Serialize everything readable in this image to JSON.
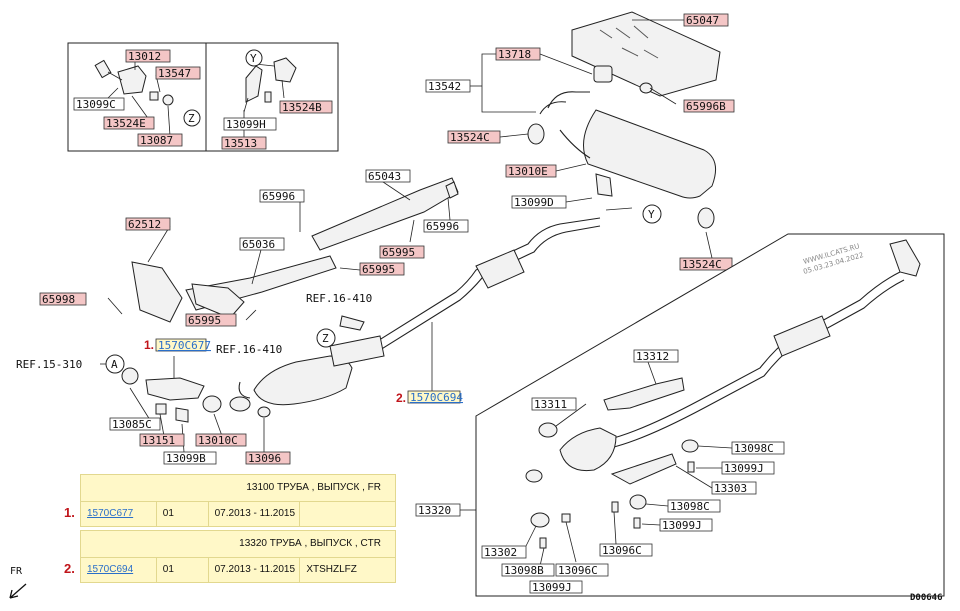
{
  "labels": {
    "p13012": "13012",
    "p13547": "13547",
    "p13099C": "13099C",
    "p13524E": "13524E",
    "p13087": "13087",
    "pY": "Y",
    "pZ": "Z",
    "p13524B_inset": "13524B",
    "p13099H": "13099H",
    "p13513": "13513",
    "p13718": "13718",
    "p13542": "13542",
    "p13524C_top": "13524C",
    "p65047": "65047",
    "p65996B": "65996B",
    "p13010E": "13010E",
    "p13099D": "13099D",
    "p13524C_bot": "13524C",
    "p65043": "65043",
    "p65996_a": "65996",
    "p65995_a": "65995",
    "p65996_b": "65996",
    "p62512": "62512",
    "p65036": "65036",
    "p65995_b": "65995",
    "p65998": "65998",
    "p65995_c": "65995",
    "ref_16_410_a": "REF.16-410",
    "ref_15_310": "REF.15-310",
    "ref_16_410_b": "REF.16-410",
    "circA": "A",
    "circZ": "Z",
    "circY": "Y",
    "p13085C": "13085C",
    "p13151": "13151",
    "p13099B": "13099B",
    "p13010C": "13010C",
    "p13096": "13096",
    "p13312": "13312",
    "p13311": "13311",
    "p13098C_a": "13098C",
    "p13099J_a": "13099J",
    "p13303": "13303",
    "p13098C_b": "13098C",
    "p13099J_b": "13099J",
    "p13320": "13320",
    "p13302": "13302",
    "p13098B": "13098B",
    "p13099J_c": "13099J",
    "p13096C_a": "13096C",
    "p13096C_b": "13096C"
  },
  "callouts": {
    "m1": "1.",
    "link1": "1570C677",
    "m2": "2.",
    "link2": "1570C694"
  },
  "watermark": {
    "site": "WWW.ILCATS.RU",
    "date": "05.03.23.04.2022"
  },
  "diagram_code": "D00646",
  "fr_label": "FR",
  "tables": [
    {
      "marker": "1.",
      "heading": "13100 ТРУБА , ВЫПУСК , FR",
      "link": "1570C677",
      "qty": "01",
      "dates": "07.2013 - 11.2015",
      "note": ""
    },
    {
      "marker": "2.",
      "heading": "13320 ТРУБА , ВЫПУСК , CTR",
      "link": "1570C694",
      "qty": "01",
      "dates": "07.2013 - 11.2015",
      "note": "XTSHZLFZ"
    }
  ]
}
